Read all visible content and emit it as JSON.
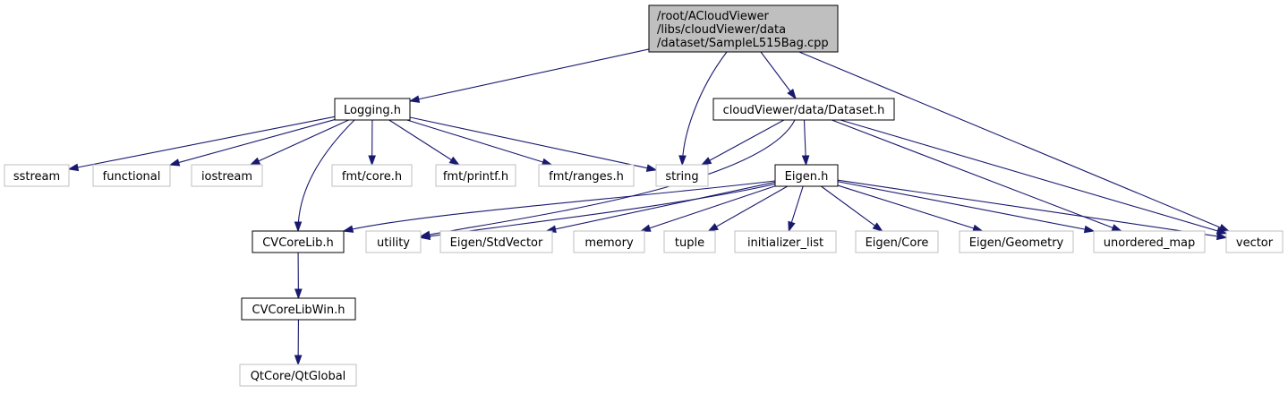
{
  "colors": {
    "edge": "#191970",
    "root_fill": "#bfbfbf",
    "local_border": "#000000",
    "system_border": "#bfbfbf",
    "system_text": "#404040",
    "text": "#000000"
  },
  "nodes": {
    "root": {
      "lines": [
        "/root/ACloudViewer",
        "/libs/cloudViewer/data",
        "/dataset/SampleL515Bag.cpp"
      ],
      "kind": "root"
    },
    "logging": {
      "lines": [
        "Logging.h"
      ],
      "kind": "local"
    },
    "dataset": {
      "lines": [
        "cloudViewer/data/Dataset.h"
      ],
      "kind": "local"
    },
    "sstream": {
      "lines": [
        "sstream"
      ],
      "kind": "system"
    },
    "functional": {
      "lines": [
        "functional"
      ],
      "kind": "system"
    },
    "iostream": {
      "lines": [
        "iostream"
      ],
      "kind": "system"
    },
    "fmt_core": {
      "lines": [
        "fmt/core.h"
      ],
      "kind": "system"
    },
    "fmt_printf": {
      "lines": [
        "fmt/printf.h"
      ],
      "kind": "system"
    },
    "fmt_ranges": {
      "lines": [
        "fmt/ranges.h"
      ],
      "kind": "system"
    },
    "string": {
      "lines": [
        "string"
      ],
      "kind": "system"
    },
    "eigen": {
      "lines": [
        "Eigen.h"
      ],
      "kind": "local"
    },
    "cvcorelib": {
      "lines": [
        "CVCoreLib.h"
      ],
      "kind": "local"
    },
    "utility": {
      "lines": [
        "utility"
      ],
      "kind": "system"
    },
    "eigen_stdvector": {
      "lines": [
        "Eigen/StdVector"
      ],
      "kind": "system"
    },
    "memory": {
      "lines": [
        "memory"
      ],
      "kind": "system"
    },
    "tuple": {
      "lines": [
        "tuple"
      ],
      "kind": "system"
    },
    "initializer_list": {
      "lines": [
        "initializer_list"
      ],
      "kind": "system"
    },
    "eigen_core": {
      "lines": [
        "Eigen/Core"
      ],
      "kind": "system"
    },
    "eigen_geometry": {
      "lines": [
        "Eigen/Geometry"
      ],
      "kind": "system"
    },
    "unordered_map": {
      "lines": [
        "unordered_map"
      ],
      "kind": "system"
    },
    "vector": {
      "lines": [
        "vector"
      ],
      "kind": "system"
    },
    "cvcorelibwin": {
      "lines": [
        "CVCoreLibWin.h"
      ],
      "kind": "local"
    },
    "qtglobal": {
      "lines": [
        "QtCore/QtGlobal"
      ],
      "kind": "system"
    }
  },
  "edges": [
    [
      "root",
      "logging"
    ],
    [
      "root",
      "string"
    ],
    [
      "root",
      "dataset"
    ],
    [
      "root",
      "vector"
    ],
    [
      "logging",
      "sstream"
    ],
    [
      "logging",
      "functional"
    ],
    [
      "logging",
      "iostream"
    ],
    [
      "logging",
      "cvcorelib"
    ],
    [
      "logging",
      "fmt_core"
    ],
    [
      "logging",
      "fmt_printf"
    ],
    [
      "logging",
      "fmt_ranges"
    ],
    [
      "logging",
      "string"
    ],
    [
      "dataset",
      "string"
    ],
    [
      "dataset",
      "utility"
    ],
    [
      "dataset",
      "eigen"
    ],
    [
      "dataset",
      "unordered_map"
    ],
    [
      "dataset",
      "vector"
    ],
    [
      "eigen",
      "cvcorelib"
    ],
    [
      "eigen",
      "utility"
    ],
    [
      "eigen",
      "eigen_stdvector"
    ],
    [
      "eigen",
      "memory"
    ],
    [
      "eigen",
      "tuple"
    ],
    [
      "eigen",
      "initializer_list"
    ],
    [
      "eigen",
      "eigen_core"
    ],
    [
      "eigen",
      "eigen_geometry"
    ],
    [
      "eigen",
      "unordered_map"
    ],
    [
      "eigen",
      "vector"
    ],
    [
      "cvcorelib",
      "cvcorelibwin"
    ],
    [
      "cvcorelibwin",
      "qtglobal"
    ]
  ]
}
